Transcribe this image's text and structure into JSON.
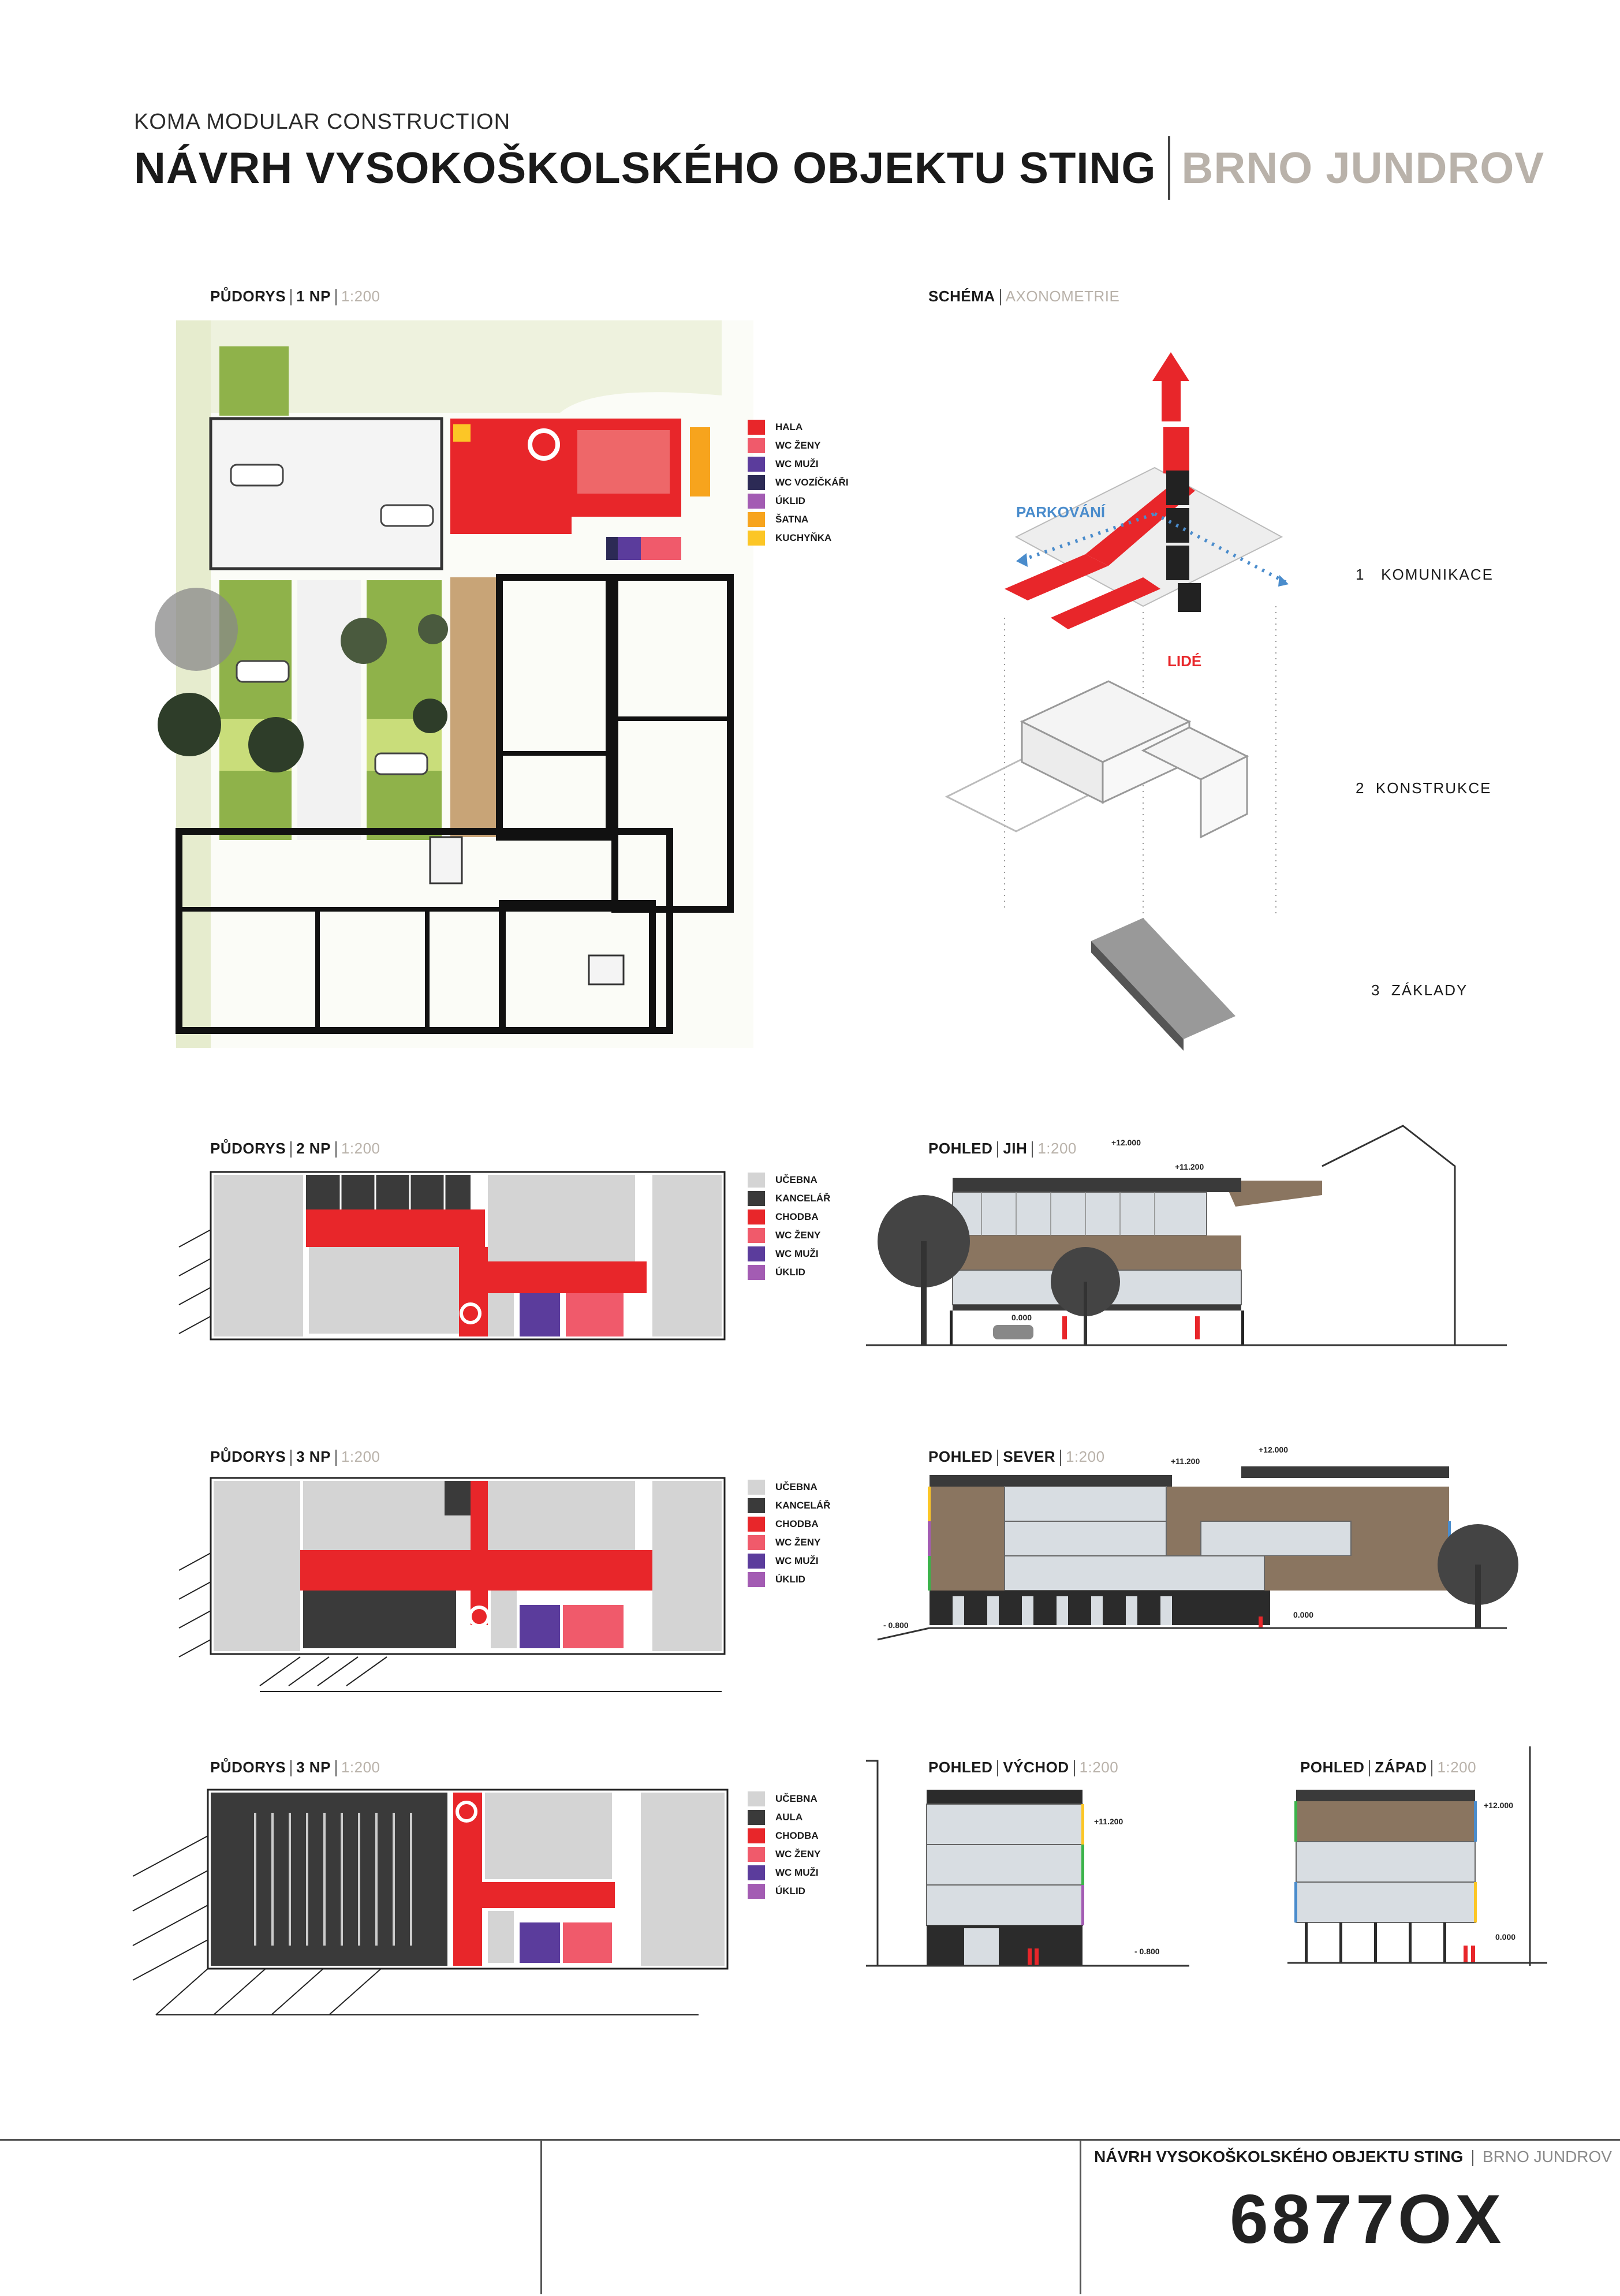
{
  "header": {
    "subtitle": "KOMA MODULAR CONSTRUCTION",
    "title": "NÁVRH VYSOKOŠKOLSKÉHO OBJEKTU STING",
    "location": "BRNO JUNDROV"
  },
  "colors": {
    "red": "#e8262a",
    "pink": "#f05a6b",
    "purple": "#5b3c9c",
    "navy": "#2c2a55",
    "violet": "#a35cb3",
    "orange": "#f7a41d",
    "yellow": "#fcc626",
    "grey": "#d4d4d4",
    "dark": "#3a3a3a",
    "wood": "#8a7560",
    "blue": "#4a8ccc"
  },
  "plans": {
    "np1": {
      "title": "PŮDORYS",
      "floor": "1 NP",
      "scale": "1:200",
      "legend": [
        {
          "label": "HALA",
          "color": "#e8262a"
        },
        {
          "label": "WC ŽENY",
          "color": "#f05a6b"
        },
        {
          "label": "WC MUŽI",
          "color": "#5b3c9c"
        },
        {
          "label": "WC VOZÍČKÁŘI",
          "color": "#2c2a55"
        },
        {
          "label": "ÚKLID",
          "color": "#a35cb3"
        },
        {
          "label": "ŠATNA",
          "color": "#f7a41d"
        },
        {
          "label": "KUCHYŇKA",
          "color": "#fcc626"
        }
      ]
    },
    "np2": {
      "title": "PŮDORYS",
      "floor": "2 NP",
      "scale": "1:200",
      "legend": [
        {
          "label": "UČEBNA",
          "color": "#d4d4d4"
        },
        {
          "label": "KANCELÁŘ",
          "color": "#3a3a3a"
        },
        {
          "label": "CHODBA",
          "color": "#e8262a"
        },
        {
          "label": "WC ŽENY",
          "color": "#f05a6b"
        },
        {
          "label": "WC MUŽI",
          "color": "#5b3c9c"
        },
        {
          "label": "ÚKLID",
          "color": "#a35cb3"
        }
      ]
    },
    "np3a": {
      "title": "PŮDORYS",
      "floor": "3 NP",
      "scale": "1:200",
      "legend": [
        {
          "label": "UČEBNA",
          "color": "#d4d4d4"
        },
        {
          "label": "KANCELÁŘ",
          "color": "#3a3a3a"
        },
        {
          "label": "CHODBA",
          "color": "#e8262a"
        },
        {
          "label": "WC ŽENY",
          "color": "#f05a6b"
        },
        {
          "label": "WC MUŽI",
          "color": "#5b3c9c"
        },
        {
          "label": "ÚKLID",
          "color": "#a35cb3"
        }
      ]
    },
    "np3b": {
      "title": "PŮDORYS",
      "floor": "3 NP",
      "scale": "1:200",
      "legend": [
        {
          "label": "UČEBNA",
          "color": "#d4d4d4"
        },
        {
          "label": "AULA",
          "color": "#3a3a3a"
        },
        {
          "label": "CHODBA",
          "color": "#e8262a"
        },
        {
          "label": "WC ŽENY",
          "color": "#f05a6b"
        },
        {
          "label": "WC MUŽI",
          "color": "#5b3c9c"
        },
        {
          "label": "ÚKLID",
          "color": "#a35cb3"
        }
      ]
    }
  },
  "schema": {
    "title": "SCHÉMA",
    "subtitle": "AXONOMETRIE",
    "parking": "PARKOVÁNÍ",
    "people": "LIDÉ",
    "layers": [
      "1   KOMUNIKACE",
      "2  KONSTRUKCE",
      "3  ZÁKLADY"
    ]
  },
  "elevations": {
    "south": {
      "title": "POHLED",
      "side": "JIH",
      "scale": "1:200",
      "levels": [
        "+12.000",
        "+11.200",
        "0.000"
      ]
    },
    "north": {
      "title": "POHLED",
      "side": "SEVER",
      "scale": "1:200",
      "levels": [
        "+11.200",
        "+12.000",
        "0.000",
        "- 0.800"
      ]
    },
    "east": {
      "title": "POHLED",
      "side": "VÝCHOD",
      "scale": "1:200",
      "levels": [
        "+11.200",
        "- 0.800"
      ]
    },
    "west": {
      "title": "POHLED",
      "side": "ZÁPAD",
      "scale": "1:200",
      "levels": [
        "+12.000",
        "0.000"
      ]
    }
  },
  "footer": {
    "title": "NÁVRH VYSOKOŠKOLSKÉHO OBJEKTU STING",
    "location": "BRNO JUNDROV",
    "code": "6877OX"
  }
}
